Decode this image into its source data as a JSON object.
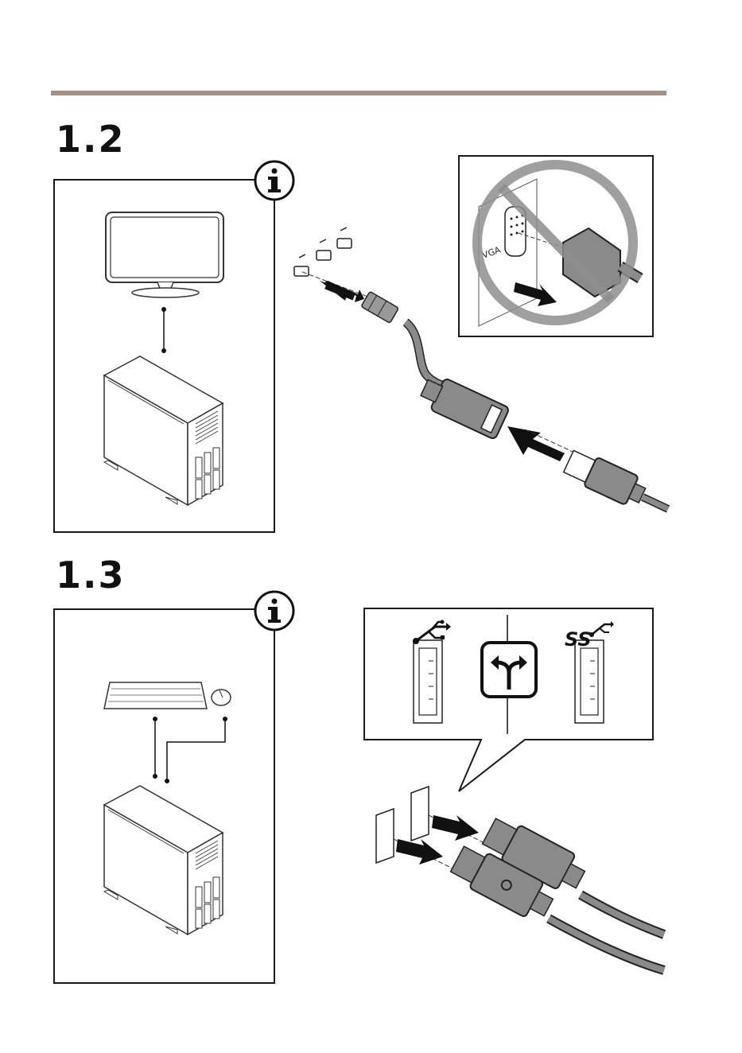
{
  "sections": [
    {
      "number": "1.2",
      "info_icon": "info-icon"
    },
    {
      "number": "1.3",
      "info_icon": "info-icon"
    }
  ],
  "vga_port_label": "VGA",
  "colors": {
    "rule": "#a39184",
    "prohibition": "#8e8e8e",
    "cable_gray": "#8a8a8a",
    "line": "#1a1a1a"
  }
}
